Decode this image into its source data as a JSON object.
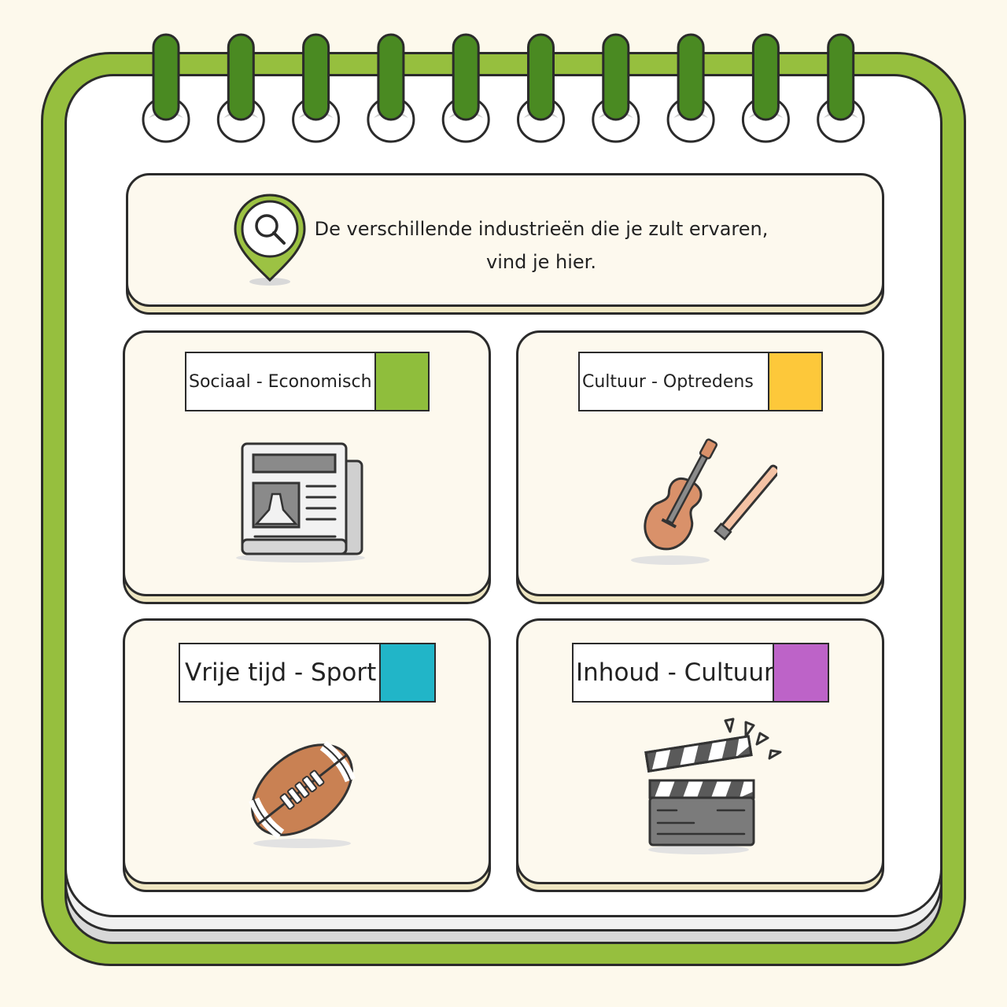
{
  "header": {
    "line1": "De verschillende industrieën die je zult ervaren,",
    "line2": "vind je hier.",
    "icon": "location-search-pin-icon"
  },
  "cards": [
    {
      "label": "Sociaal - Economisch",
      "color": "#8fbe3c",
      "icon": "newspaper-icon"
    },
    {
      "label": "Cultuur - Optredens",
      "color": "#fdc83a",
      "icon": "violin-icon"
    },
    {
      "label": "Vrije tijd - Sport",
      "color": "#21b5c8",
      "icon": "football-icon"
    },
    {
      "label": "Inhoud - Cultuur",
      "color": "#bd63c8",
      "icon": "clapperboard-icon"
    }
  ],
  "colors": {
    "frame": "#96bf3e",
    "ring": "#4a8a22",
    "background": "#fdf9ec"
  }
}
